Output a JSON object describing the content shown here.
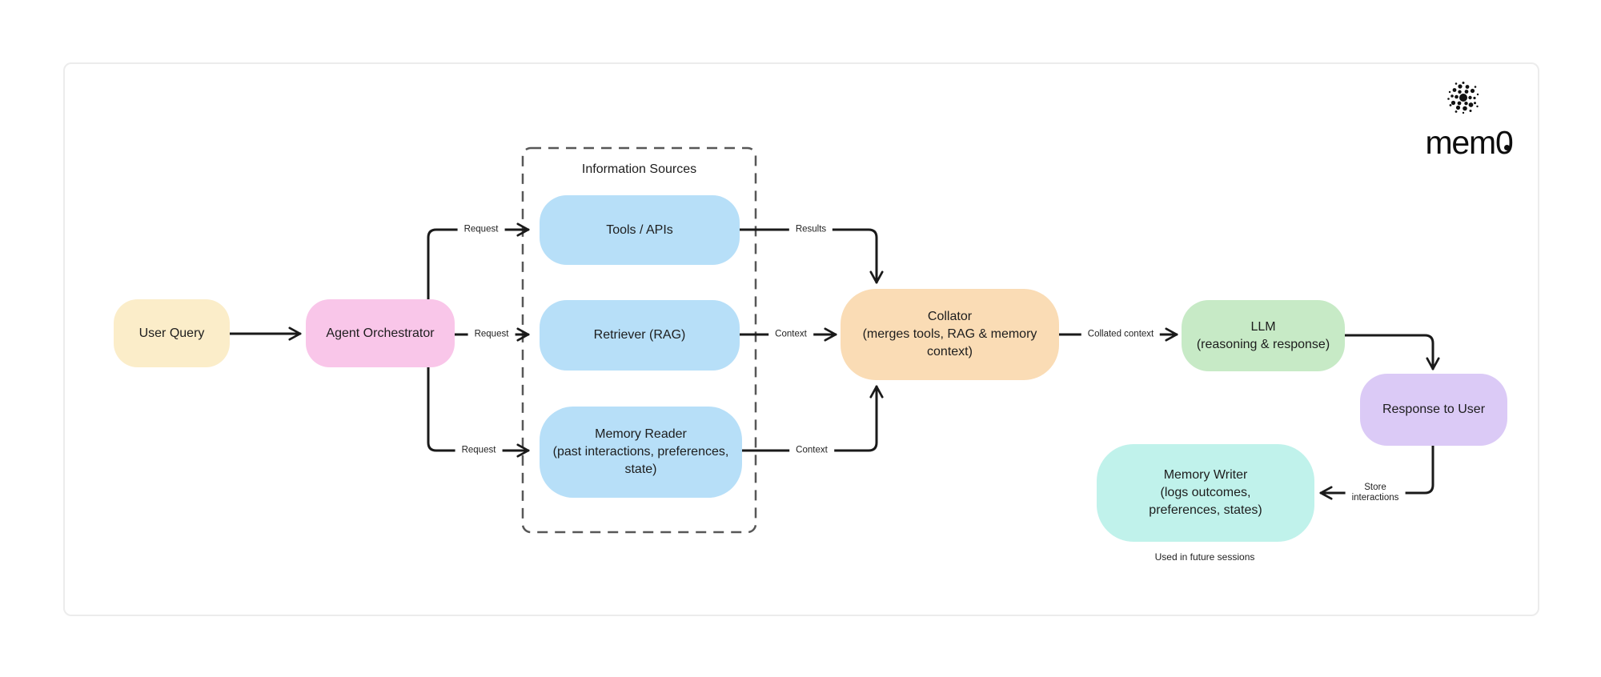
{
  "canvas": {
    "background": "#ffffff",
    "border_color": "#ececec"
  },
  "logo": {
    "wordmark": "mem0",
    "icon": "dot-cluster"
  },
  "group": {
    "title": "Information Sources",
    "border_color": "#575757"
  },
  "nodes": {
    "user_query": {
      "lines": [
        "User Query"
      ],
      "color": "#FBEDC9"
    },
    "agent_orchestrator": {
      "lines": [
        "Agent Orchestrator"
      ],
      "color": "#F9C6E9"
    },
    "tools_apis": {
      "lines": [
        "Tools / APIs"
      ],
      "color": "#B7DFF8"
    },
    "retriever": {
      "lines": [
        "Retriever (RAG)"
      ],
      "color": "#B7DFF8"
    },
    "memory_reader": {
      "lines": [
        "Memory Reader",
        "(past interactions, preferences,",
        "state)"
      ],
      "color": "#B7DFF8"
    },
    "collator": {
      "lines": [
        "Collator",
        "(merges tools, RAG & memory",
        "context)"
      ],
      "color": "#FADCB5"
    },
    "llm": {
      "lines": [
        "LLM",
        "(reasoning & response)"
      ],
      "color": "#C7EAC6"
    },
    "response_to_user": {
      "lines": [
        "Response to User"
      ],
      "color": "#DBCAF6"
    },
    "memory_writer": {
      "lines": [
        "Memory Writer",
        "(logs outcomes,",
        "preferences, states)"
      ],
      "color": "#C0F2EB"
    }
  },
  "edge_labels": {
    "request_top": "Request",
    "request_mid": "Request",
    "request_bottom": "Request",
    "results": "Results",
    "context_mid": "Context",
    "context_bottom": "Context",
    "collated_context": "Collated context",
    "store_interactions_line1": "Store",
    "store_interactions_line2": "interactions"
  },
  "caption": "Used in future sessions",
  "arrow_color": "#1a1a1a"
}
